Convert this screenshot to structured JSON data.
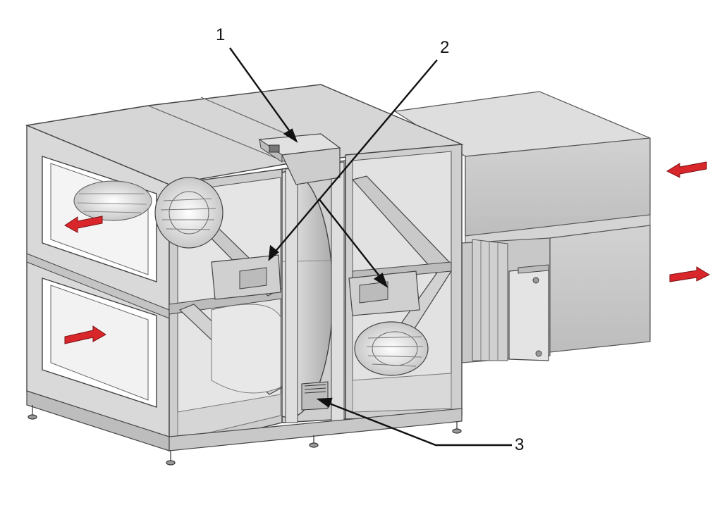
{
  "callouts": [
    {
      "id": "1"
    },
    {
      "id": "2"
    },
    {
      "id": "3"
    }
  ],
  "colors": {
    "housing_light": "#e9e9e9",
    "housing_mid": "#d6d6d6",
    "housing_dark": "#b9b9b9",
    "outline": "#4a4a4a",
    "duct_top": "#dcdcdc",
    "duct_front": "#c9c9c9",
    "airflow_arrow": "#d9262b",
    "leader_line": "#111111"
  },
  "icons": {
    "airflow": "red-arrow-icon",
    "fan": "centrifugal-fan-icon",
    "wheel": "rotary-heat-exchanger-wheel"
  }
}
